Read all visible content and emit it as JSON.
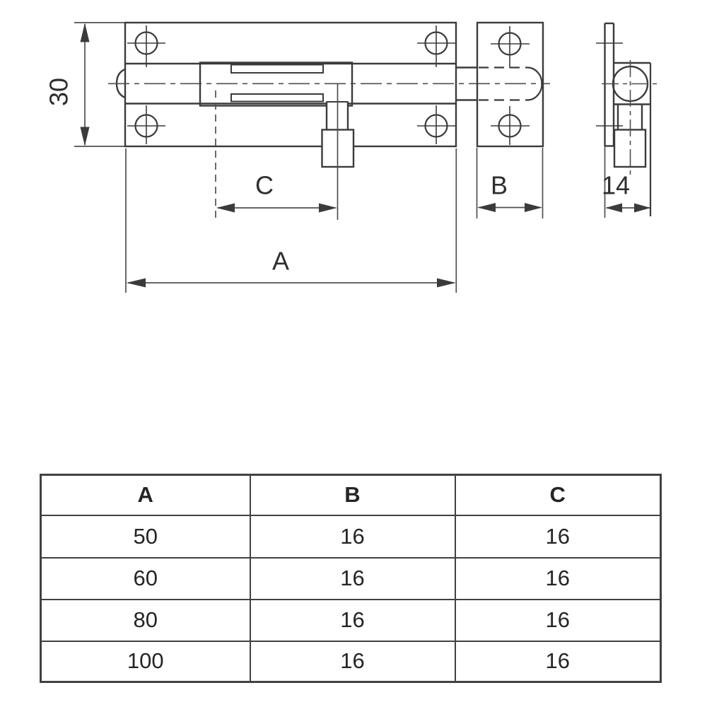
{
  "drawing": {
    "labels": {
      "plate_height": "30",
      "overall_length": "A",
      "bolt_travel": "C",
      "keeper_width": "B",
      "side_depth": "14"
    }
  },
  "table": {
    "headers": [
      "A",
      "B",
      "C"
    ],
    "rows": [
      [
        "50",
        "16",
        "16"
      ],
      [
        "60",
        "16",
        "16"
      ],
      [
        "80",
        "16",
        "16"
      ],
      [
        "100",
        "16",
        "16"
      ]
    ]
  },
  "colors": {
    "edge_line": "#3b3b3b",
    "thin_line": "#4f4f4f",
    "text": "#2e2e2e",
    "table_border": "#414141",
    "background": "#ffffff"
  }
}
